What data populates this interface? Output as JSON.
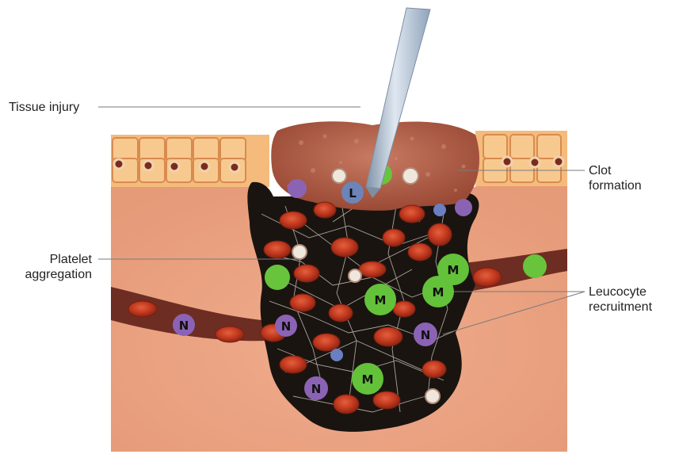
{
  "labels": {
    "tissue_injury": "Tissue injury",
    "clot_formation": [
      "Clot",
      "formation"
    ],
    "platelet_aggregation": [
      "Platelet",
      "aggregation"
    ],
    "leucocyte_recruitment": [
      "Leucocyte",
      "recruitment"
    ]
  },
  "cell_letters": {
    "lymphocyte": "L",
    "macrophage": "M",
    "neutrophil": "N"
  },
  "colors": {
    "tissue": "#eda688",
    "tissue_dark": "#d98866",
    "epithelium": "#f2b87a",
    "wound_bed": "#1c1410",
    "red_cell": "#c93a1e",
    "macrophage": "#63c23a",
    "neutrophil": "#8b63b5",
    "clot": "#a8523c",
    "blood_vessel": "#6b2c22",
    "needle": "#aebfd1"
  }
}
